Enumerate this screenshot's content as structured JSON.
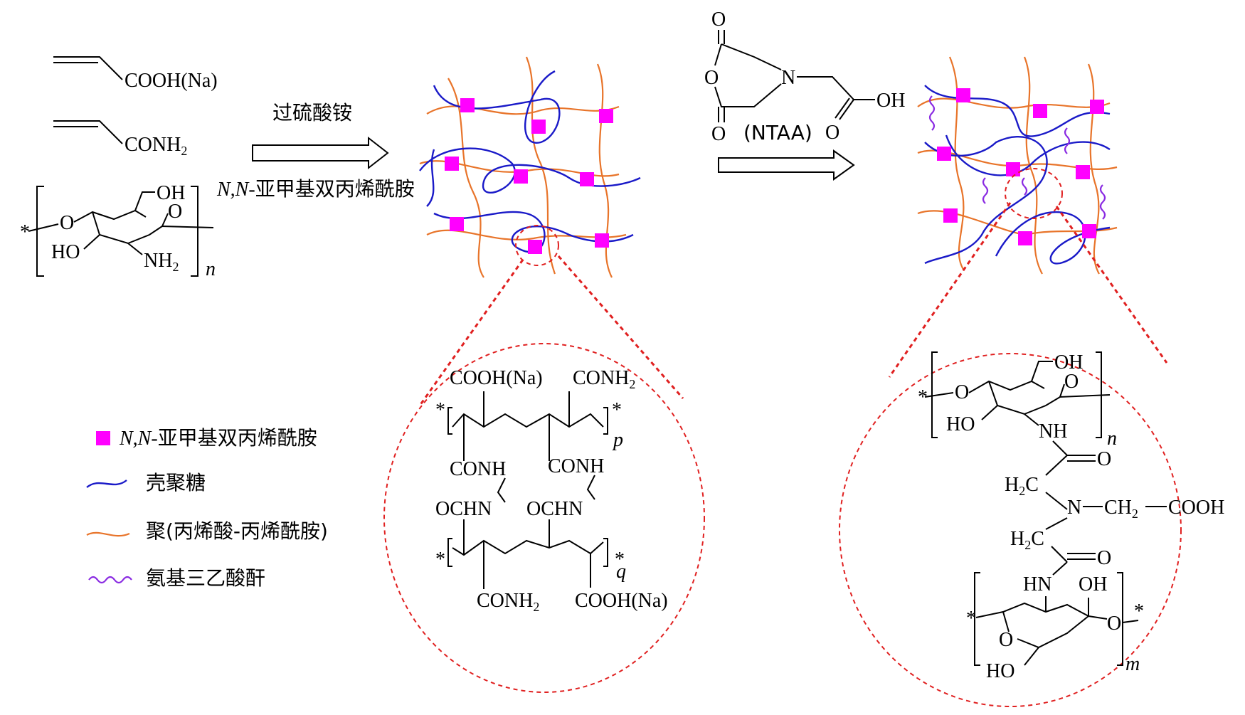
{
  "reactants": {
    "acrylic_acid": "COOH(Na)",
    "acrylamide": "CONH",
    "acrylamide_sub": "2",
    "chitosan_oh": "OH",
    "chitosan_ring_o": "O",
    "chitosan_glyco_o": "O",
    "chitosan_ho": "HO",
    "chitosan_nh": "NH",
    "chitosan_nh_sub": "2",
    "chitosan_n": "n",
    "star": "*"
  },
  "step1": {
    "initiator": "过硫酸铵",
    "crosslinker_italic": "N,N-",
    "crosslinker_rest": "亚甲基双丙烯酰胺"
  },
  "step2": {
    "reagent_o1": "O",
    "reagent_o2": "O",
    "reagent_o3": "O",
    "reagent_n": "N",
    "reagent_o4": "O",
    "reagent_oh": "OH",
    "reagent_label": "(NTAA)"
  },
  "legend": {
    "item1_italic": "N,N-",
    "item1_rest": "亚甲基双丙烯酰胺",
    "item2": "壳聚糖",
    "item3": "聚(丙烯酸-丙烯酰胺)",
    "item4": "氨基三乙酸酐"
  },
  "zoom_left": {
    "cooh_top": "COOH(Na)",
    "conh2_top": "CONH",
    "conh2_top_sub": "2",
    "conh_a": "CONH",
    "conh_b": "CONH",
    "ochn_a": "OCHN",
    "ochn_b": "OCHN",
    "conh2_bottom": "CONH",
    "conh2_bottom_sub": "2",
    "cooh_bottom": "COOH(Na)",
    "p": "p",
    "q": "q",
    "star": "*"
  },
  "zoom_right": {
    "oh_top": "OH",
    "o_ring_top": "O",
    "o_glyco_top": "O",
    "ho_top": "HO",
    "nh_top": "NH",
    "n": "n",
    "o_carbonyl1": "O",
    "h2c_1": "H",
    "h2c_1_sub": "2",
    "h2c_1_c": "C",
    "n_center": "N",
    "ch2": "CH",
    "ch2_sub": "2",
    "cooh": "COOH",
    "h2c_2": "H",
    "h2c_2_sub": "2",
    "h2c_2_c": "C",
    "o_carbonyl2": "O",
    "hn_bottom": "HN",
    "oh_bottom": "OH",
    "o_ring_bottom": "O",
    "o_glyco_bottom": "O",
    "ho_bottom": "HO",
    "m": "m",
    "star": "*"
  },
  "colors": {
    "crosslink_node": "#ff00ff",
    "chitosan_chain": "#1a1ac8",
    "polymer_chain": "#e8742a",
    "ntaa_link": "#8a2be2",
    "zoom_circle": "#e02020"
  }
}
